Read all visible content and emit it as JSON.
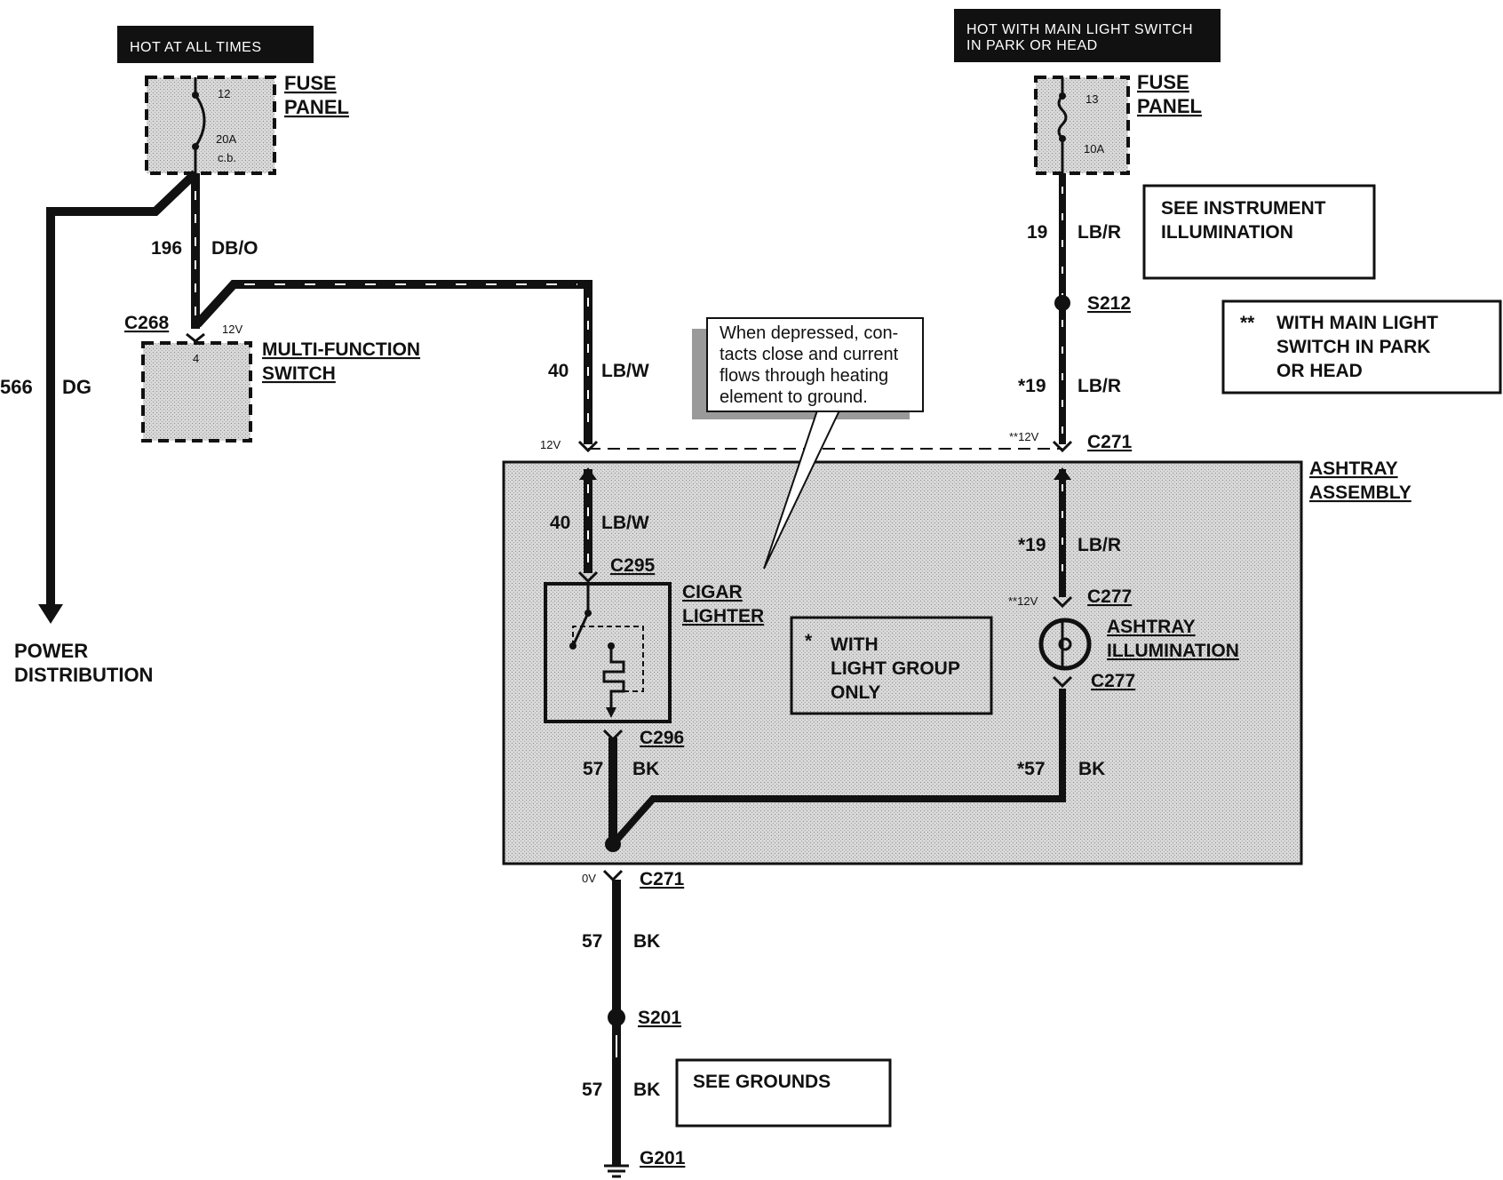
{
  "headers": {
    "hot_all_times": "HOT AT ALL TIMES",
    "hot_main_light_1": "HOT WITH MAIN LIGHT SWITCH",
    "hot_main_light_2": "IN PARK OR HEAD"
  },
  "fuse_left": {
    "label_1": "FUSE",
    "label_2": "PANEL",
    "number": "12",
    "rating": "20A",
    "type": "c.b."
  },
  "fuse_right": {
    "label_1": "FUSE",
    "label_2": "PANEL",
    "number": "13",
    "rating": "10A"
  },
  "wires": {
    "w196": "196",
    "w196_color": "DB/O",
    "w566": "566",
    "w566_color": "DG",
    "w40_top": "40",
    "w40_top_color": "LB/W",
    "w40_inner": "40",
    "w40_inner_color": "LB/W",
    "w19_top": "19",
    "w19_top_color": "LB/R",
    "w19_mid": "*19",
    "w19_mid_color": "LB/R",
    "w19_inner": "*19",
    "w19_inner_color": "LB/R",
    "w57_left": "57",
    "w57_left_color": "BK",
    "w57_right": "*57",
    "w57_right_color": "BK",
    "w57_lower1": "57",
    "w57_lower1_color": "BK",
    "w57_lower2": "57",
    "w57_lower2_color": "BK"
  },
  "connectors": {
    "c268": "C268",
    "c268_v": "12V",
    "pin4": "4",
    "c271_top": "C271",
    "c271_top_v": "**12V",
    "c271_left_v": "12V",
    "c295": "C295",
    "c296": "C296",
    "c277_top": "C277",
    "c277_top_v": "**12V",
    "c277_bot": "C277",
    "c271_bot": "C271",
    "c271_bot_v": "0V",
    "s212": "S212",
    "s201": "S201",
    "g201": "G201"
  },
  "components": {
    "mfs_1": "MULTI-FUNCTION",
    "mfs_2": "SWITCH",
    "cigar_1": "CIGAR",
    "cigar_2": "LIGHTER",
    "ash_illum_1": "ASHTRAY",
    "ash_illum_2": "ILLUMINATION",
    "ash_assy_1": "ASHTRAY",
    "ash_assy_2": "ASSEMBLY",
    "power_dist_1": "POWER",
    "power_dist_2": "DISTRIBUTION"
  },
  "notes": {
    "see_instr_1": "SEE INSTRUMENT",
    "see_instr_2": "ILLUMINATION",
    "main_light_star": "**",
    "main_light_1": "WITH MAIN LIGHT",
    "main_light_2": "SWITCH IN PARK",
    "main_light_3": "OR HEAD",
    "light_group_star": "*",
    "light_group_1": "WITH",
    "light_group_2": "LIGHT GROUP",
    "light_group_3": "ONLY",
    "see_grounds": "SEE GROUNDS",
    "callout_1": "When depressed, con-",
    "callout_2": "tacts close and current",
    "callout_3": "flows through heating",
    "callout_4": "element to ground."
  },
  "colors": {
    "ink": "#111111",
    "shade": "#c9c9c9",
    "panel": "#d4d4d4"
  }
}
